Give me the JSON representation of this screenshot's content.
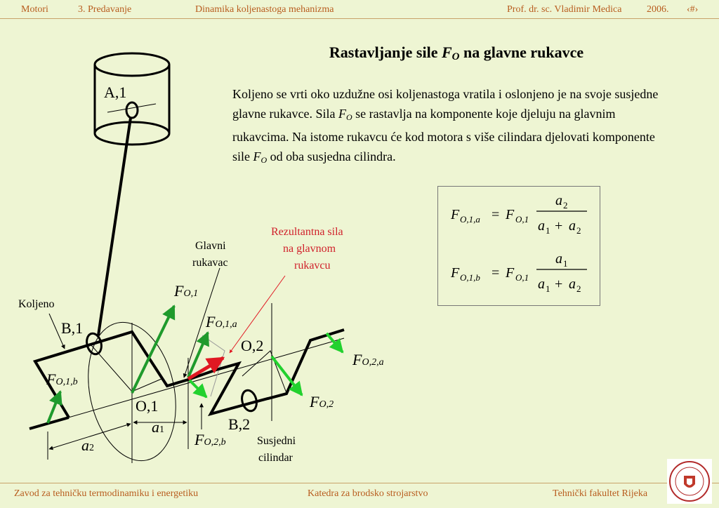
{
  "header": {
    "course": "Motori",
    "lecture": "3. Predavanje",
    "topic": "Dinamika koljenastoga mehanizma",
    "author": "Prof. dr. sc. Vladimir Medica",
    "year": "2006.",
    "page": "‹#›"
  },
  "title": {
    "prefix": "Rastavljanje sile ",
    "symbol": "F",
    "subscript": "O",
    "suffix": " na glavne rukavce"
  },
  "paragraph": {
    "part1": "Koljeno se vrti oko uzdužne osi koljenastoga vratila i oslonjeno je na svoje susjedne glavne rukavce. Sila ",
    "sym1": "F",
    "sub1": "O",
    "part2": " se rastavlja na komponente koje djeluju na glavnim rukavcima. Na istome rukavcu će kod motora s više cilindara djelovati komponente sile ",
    "sym2": "F",
    "sub2": "O",
    "part3": " od oba susjedna cilindra."
  },
  "formulas": {
    "f1": {
      "lhs": "F",
      "lhs_sub": "O,1,a",
      "rhs": "F",
      "rhs_sub": "O,1",
      "num": "a",
      "num_sub": "2",
      "den_a": "a",
      "den_a_sub": "1",
      "den_plus": "+",
      "den_b": "a",
      "den_b_sub": "2",
      "eq": "="
    },
    "f2": {
      "lhs": "F",
      "lhs_sub": "O,1,b",
      "rhs": "F",
      "rhs_sub": "O,1",
      "num": "a",
      "num_sub": "1",
      "den_a": "a",
      "den_a_sub": "1",
      "den_plus": "+",
      "den_b": "a",
      "den_b_sub": "2",
      "eq": "="
    }
  },
  "diagram": {
    "label_a1": "A,1",
    "label_b1": "B,1",
    "label_b2": "B,2",
    "label_o1": "O,1",
    "label_o2": "O,2",
    "label_koljeno": "Koljeno",
    "label_glavni": "Glavni",
    "label_rukavac": "rukavac",
    "label_rez1": "Rezultantna sila",
    "label_rez2": "na glavnom",
    "label_rez3": "rukavcu",
    "label_susjedni": "Susjedni",
    "label_cilindar": "cilindar",
    "f_sym": "F",
    "f_o1": "O,1",
    "f_o1a": "O,1,a",
    "f_o1b": "O,1,b",
    "f_o2": "O,2",
    "f_o2a": "O,2,a",
    "f_o2b": "O,2,b",
    "dim_a": "a",
    "dim_1": "1",
    "dim_2": "2",
    "colors": {
      "green": "#1f9a2c",
      "bright_green": "#22d12e",
      "red": "#e01822",
      "red_text": "#d0212b"
    }
  },
  "footer": {
    "left": "Zavod za tehničku termodinamiku i energetiku",
    "center": "Katedra za brodsko strojarstvo",
    "right": "Tehnički fakultet Rijeka"
  },
  "logo": {
    "icon": "faculty-seal-icon"
  }
}
